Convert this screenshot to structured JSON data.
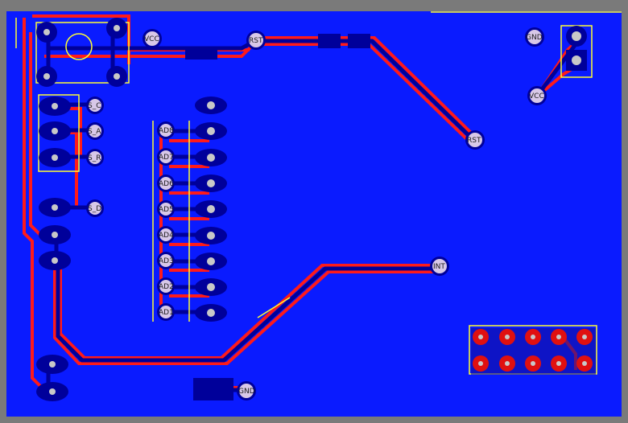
{
  "board": {
    "background": "#7a7a7a",
    "copper_pour_color": "#0a1bff",
    "top_trace_color": "#ff1a1a",
    "bottom_trace_color": "#0000a8",
    "silkscreen_color": "#ffff33",
    "pad_color": "#c8c8c8",
    "pad_ring_color": "#0000a0",
    "smd_pad_color": "#e01010"
  },
  "labels": {
    "vcc_top": "VCC",
    "rst_top": "RST",
    "rst_right": "RST",
    "gnd_right": "GND",
    "vcc_right": "VCC",
    "s_c": "S_C",
    "s_a": "S_A",
    "s_r": "S_R",
    "s_d": "S_D",
    "ad8": "AD8",
    "ad7": "AD7",
    "ad6": "AD6",
    "ad5": "AD5",
    "ad4": "AD4",
    "ad3": "AD3",
    "ad2": "AD2",
    "ad1": "AD1",
    "int": "INT",
    "gnd_bottom": "GND"
  }
}
